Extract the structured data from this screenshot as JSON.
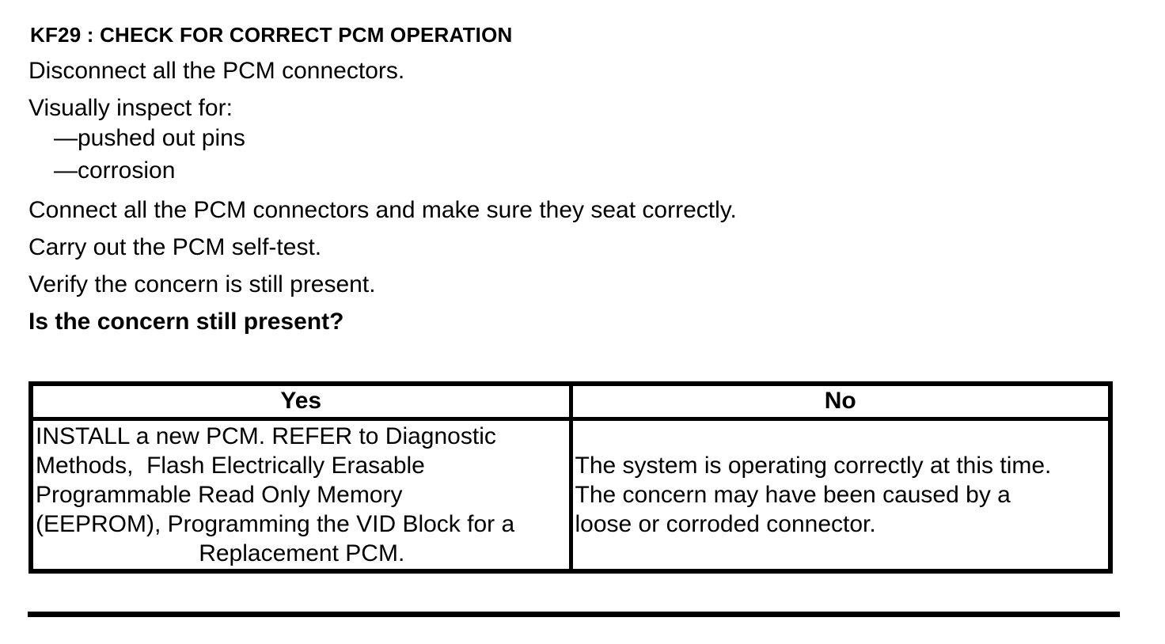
{
  "document": {
    "heading": "KF29 : CHECK FOR CORRECT PCM OPERATION",
    "paragraphs": {
      "disconnect": "Disconnect all the PCM connectors.",
      "inspect_intro": "Visually inspect for:",
      "inspect_items": [
        "—pushed out pins",
        "—corrosion"
      ],
      "connect": "Connect all the PCM connectors and make sure they seat correctly.",
      "self_test": "Carry out the PCM self-test.",
      "verify": "Verify the concern is still present.",
      "question": "Is the concern still present?"
    },
    "decision_table": {
      "headers": {
        "yes": "Yes",
        "no": "No"
      },
      "yes_cell": {
        "lines": [
          "INSTALL a new PCM. REFER to Diagnostic",
          "Methods,  Flash Electrically Erasable",
          "Programmable Read Only Memory",
          "(EEPROM), Programming the VID Block for a"
        ],
        "last_line": "Replacement PCM."
      },
      "no_cell": {
        "lines": [
          "The system is operating correctly at this time.",
          "The concern may have been caused by a",
          "loose or corroded connector."
        ]
      }
    },
    "colors": {
      "text": "#000000",
      "border": "#000000",
      "background": "#ffffff"
    }
  }
}
